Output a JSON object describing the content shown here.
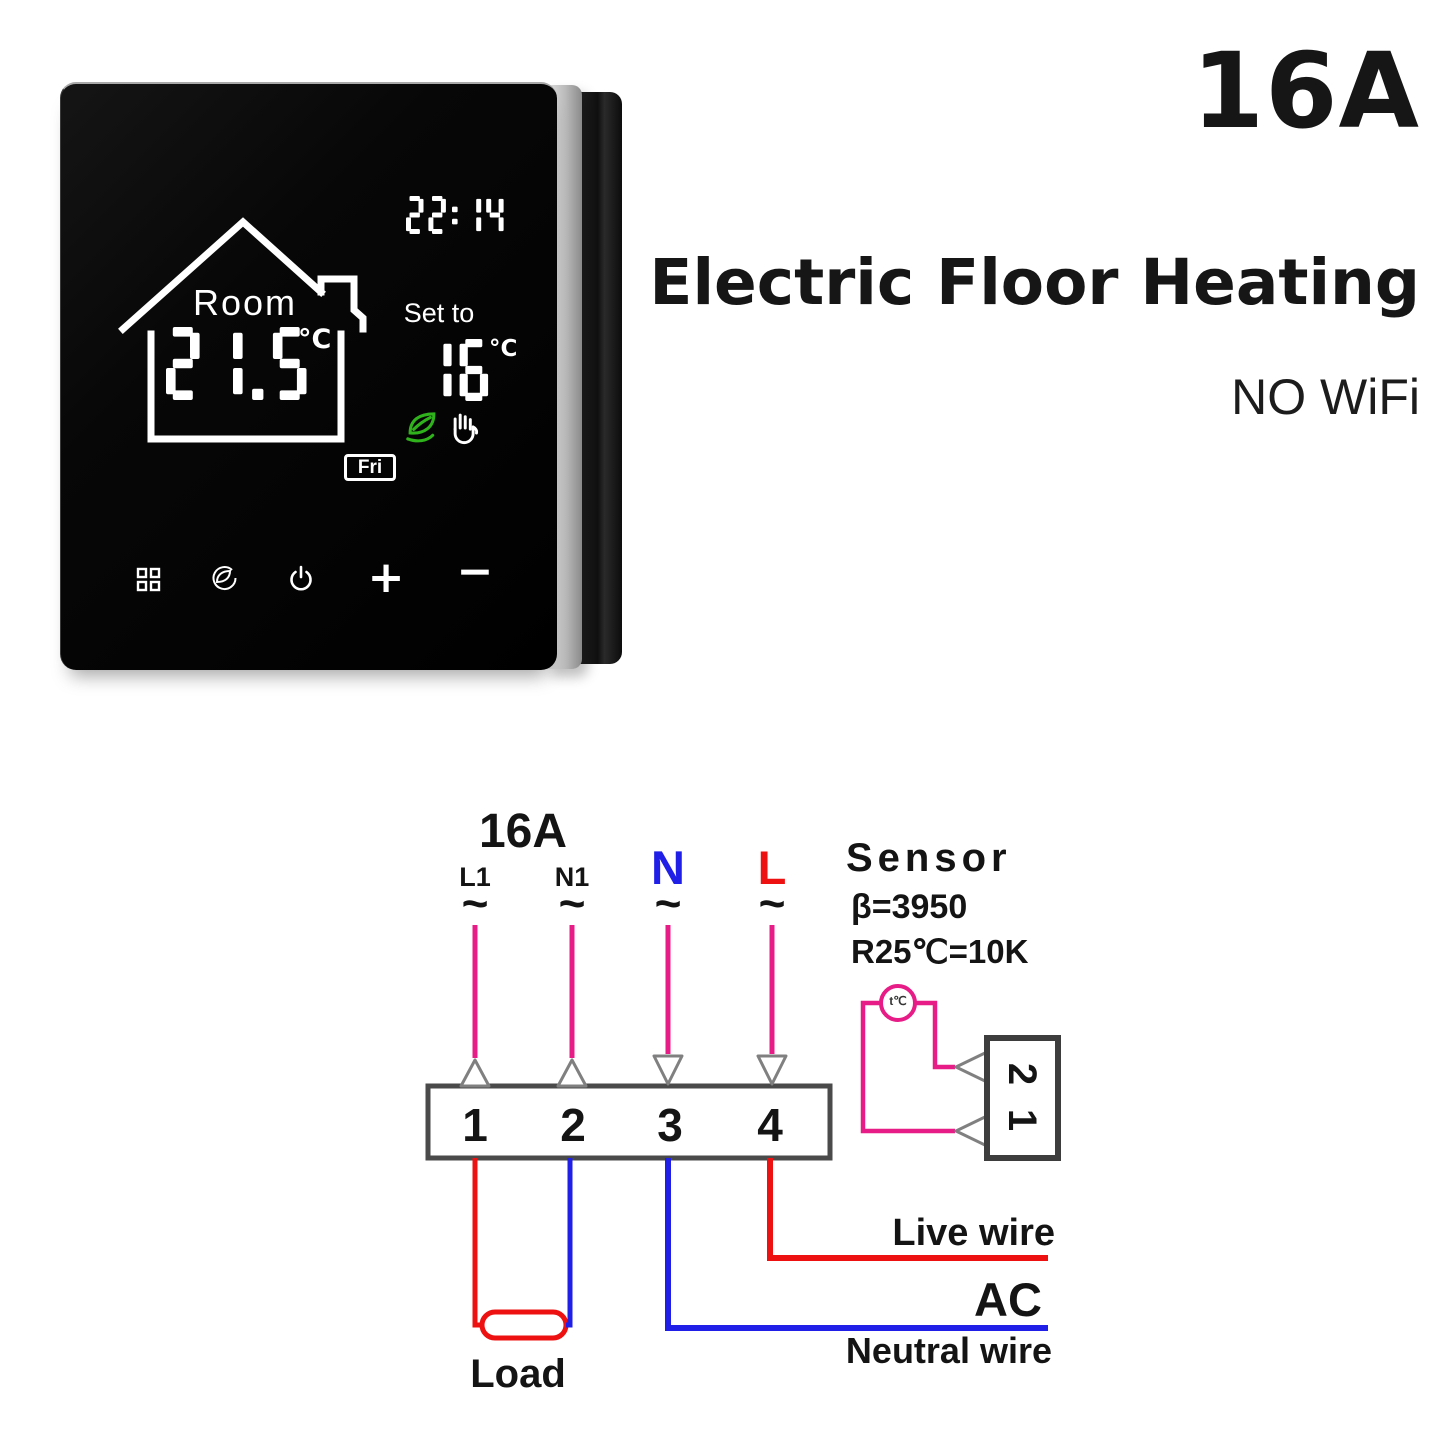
{
  "header": {
    "amp_rating": "16A",
    "title": "Electric Floor Heating",
    "subtitle": "NO WiFi"
  },
  "thermostat": {
    "time": "22:14",
    "room_label": "Room",
    "room_temp": "21.5",
    "temp_unit": "°C",
    "set_label": "Set to",
    "set_temp": "16",
    "day": "Fri",
    "plus": "+",
    "minus": "−",
    "eco_color": "#2fb21c",
    "buttons": [
      "menu",
      "eco",
      "power",
      "plus",
      "minus"
    ]
  },
  "diagram": {
    "rating": "16A",
    "tilde": "~",
    "wires": [
      {
        "label": "L1",
        "color": "#1a1a1a"
      },
      {
        "label": "N1",
        "color": "#1a1a1a"
      },
      {
        "label": "N",
        "color": "#1f1fe8"
      },
      {
        "label": "L",
        "color": "#ee1111"
      }
    ],
    "terminals": [
      "1",
      "2",
      "3",
      "4"
    ],
    "sensor": {
      "title": "Sensor",
      "beta": "β=3950",
      "resistance": "R25℃=10K",
      "probe": "t℃",
      "pins": [
        "1",
        "2"
      ]
    },
    "labels": {
      "live": "Live wire",
      "ac": "AC",
      "neutral": "Neutral wire",
      "load": "Load"
    },
    "colors": {
      "live_wire": "#ee1111",
      "neutral_wire": "#1f1fe8",
      "signal_wire": "#e81c86",
      "block_border": "#4a4a4a"
    }
  }
}
